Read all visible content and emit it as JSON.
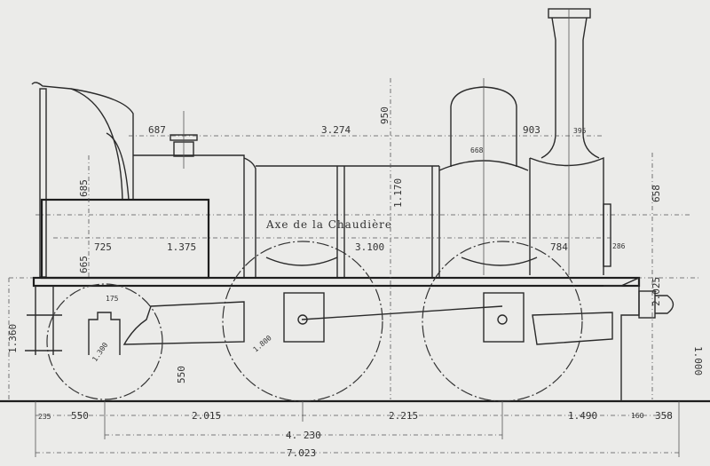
{
  "drawing": {
    "boiler_axis_label": "Axe de la Chaudière",
    "dimensions": {
      "d687": "687",
      "d3274": "3.274",
      "d950": "950",
      "d903": "903",
      "d395": "395",
      "d668": "668",
      "d685": "685",
      "d1170": "1.170",
      "d658": "658",
      "d725": "725",
      "d1375": "1.375",
      "d3100": "3.100",
      "d784": "784",
      "d286": "286",
      "d665": "665",
      "d2025": "2.025",
      "d175": "175",
      "d1360": "1.360",
      "d1300": "1.300",
      "d1800": "1.800",
      "d550_v": "550",
      "d1000": "1.000",
      "d235": "235",
      "d550_h": "550",
      "d2015": "2.015",
      "d2215": "2.215",
      "d1490": "1.490",
      "d160": "160",
      "d358": "358",
      "d4230": "4. 230",
      "d7023": "7.023"
    }
  }
}
